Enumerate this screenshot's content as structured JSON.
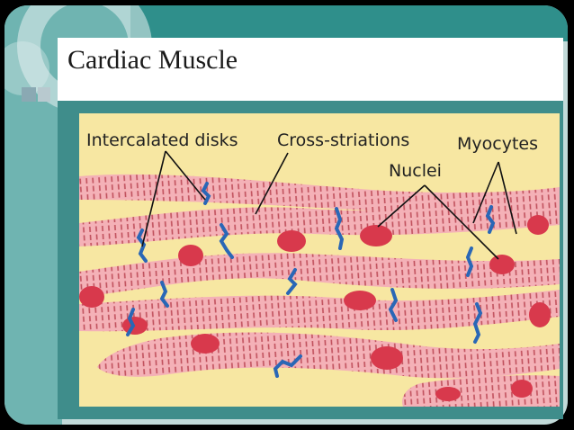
{
  "slide": {
    "title": "Cardiac Muscle"
  },
  "diagram": {
    "labels": {
      "intercalated_disks": "Intercalated disks",
      "cross_striations": "Cross-striations",
      "myocytes": "Myocytes",
      "nuclei": "Nuclei"
    }
  },
  "colors": {
    "background": "#000000",
    "frame": "#c2dad9",
    "teal": "#2f8f8b",
    "teal_light": "#6fb4b1",
    "diagram_bg": "#f7e7a2",
    "cell_fill": "#f4b1b7",
    "cell_stripe": "#c0505c",
    "nucleus": "#d8394c",
    "disk": "#2a67b6"
  }
}
